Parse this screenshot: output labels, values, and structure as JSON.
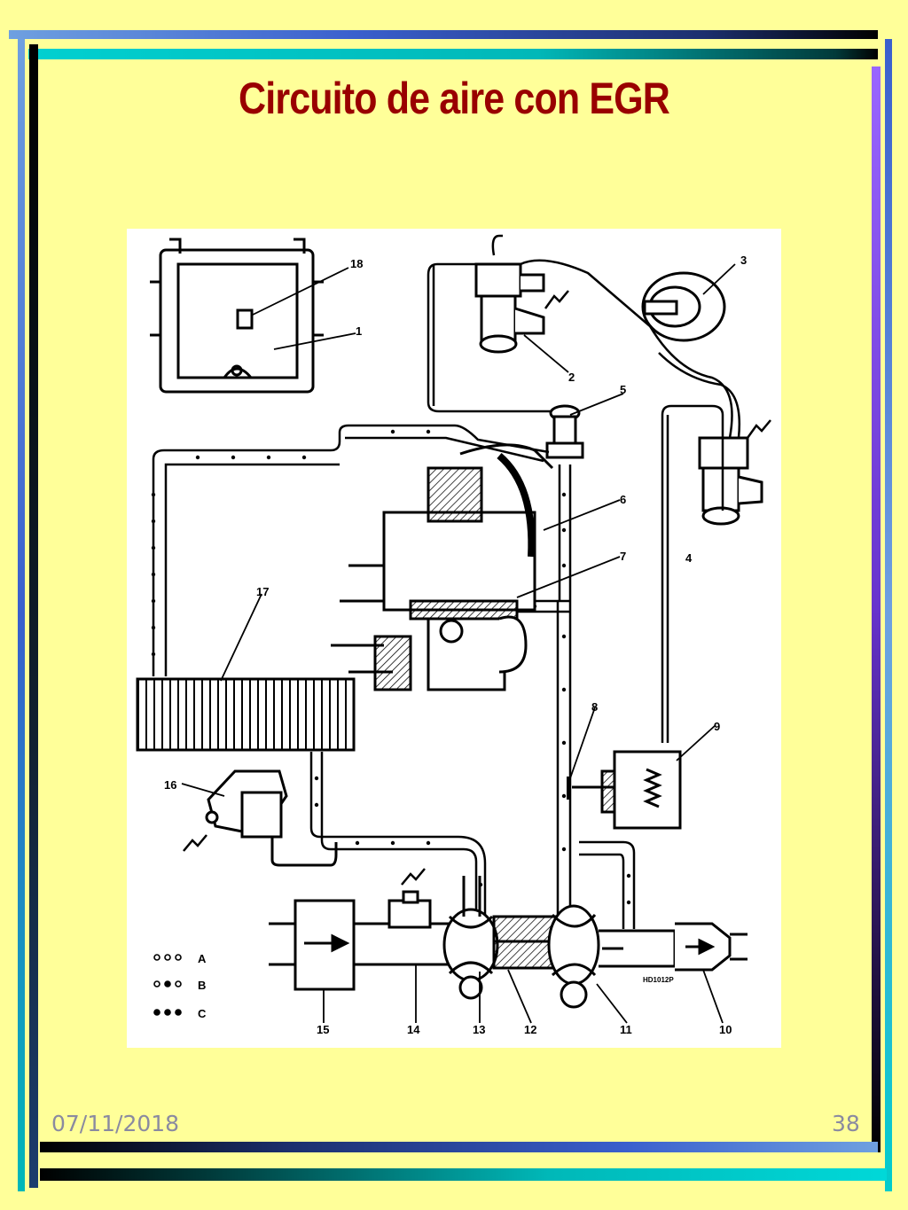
{
  "slide": {
    "title": "Circuito de aire con EGR",
    "date": "07/11/2018",
    "page_number": "38"
  },
  "diagram": {
    "part_numbers": [
      "1",
      "2",
      "3",
      "4",
      "5",
      "6",
      "7",
      "8",
      "9",
      "10",
      "11",
      "12",
      "13",
      "14",
      "15",
      "16",
      "17",
      "18"
    ],
    "legend": [
      {
        "key": "A",
        "pattern": "open-dots"
      },
      {
        "key": "B",
        "pattern": "mixed-dots"
      },
      {
        "key": "C",
        "pattern": "filled-dots"
      }
    ],
    "reference_code": "HD1012P"
  },
  "colors": {
    "background": "#ffff99",
    "title": "#990000",
    "frame_dark": "#000000",
    "frame_blue": "#3a5fcd",
    "frame_cyan": "#00cccc",
    "frame_purple": "#6633cc"
  }
}
